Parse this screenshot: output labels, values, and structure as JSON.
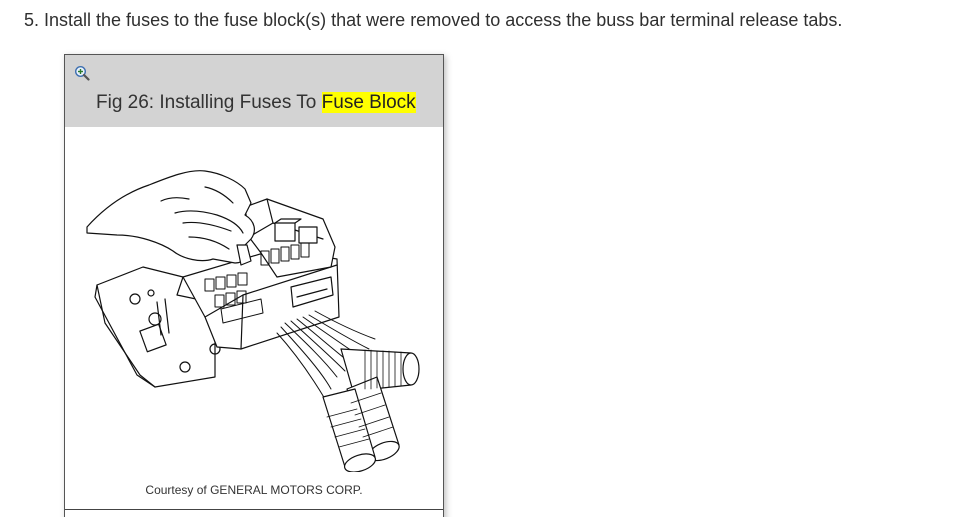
{
  "step": {
    "text": "5. Install the fuses to the fuse block(s) that were removed to access the buss bar terminal release tabs."
  },
  "figure": {
    "title_prefix": "Fig 26: Installing Fuses To ",
    "title_highlight": "Fuse Block",
    "zoom_icon": "zoom-in-icon",
    "caption": "Courtesy of GENERAL MOTORS CORP.",
    "highlight_color": "#ffff00",
    "header_bg": "#d3d3d3"
  }
}
